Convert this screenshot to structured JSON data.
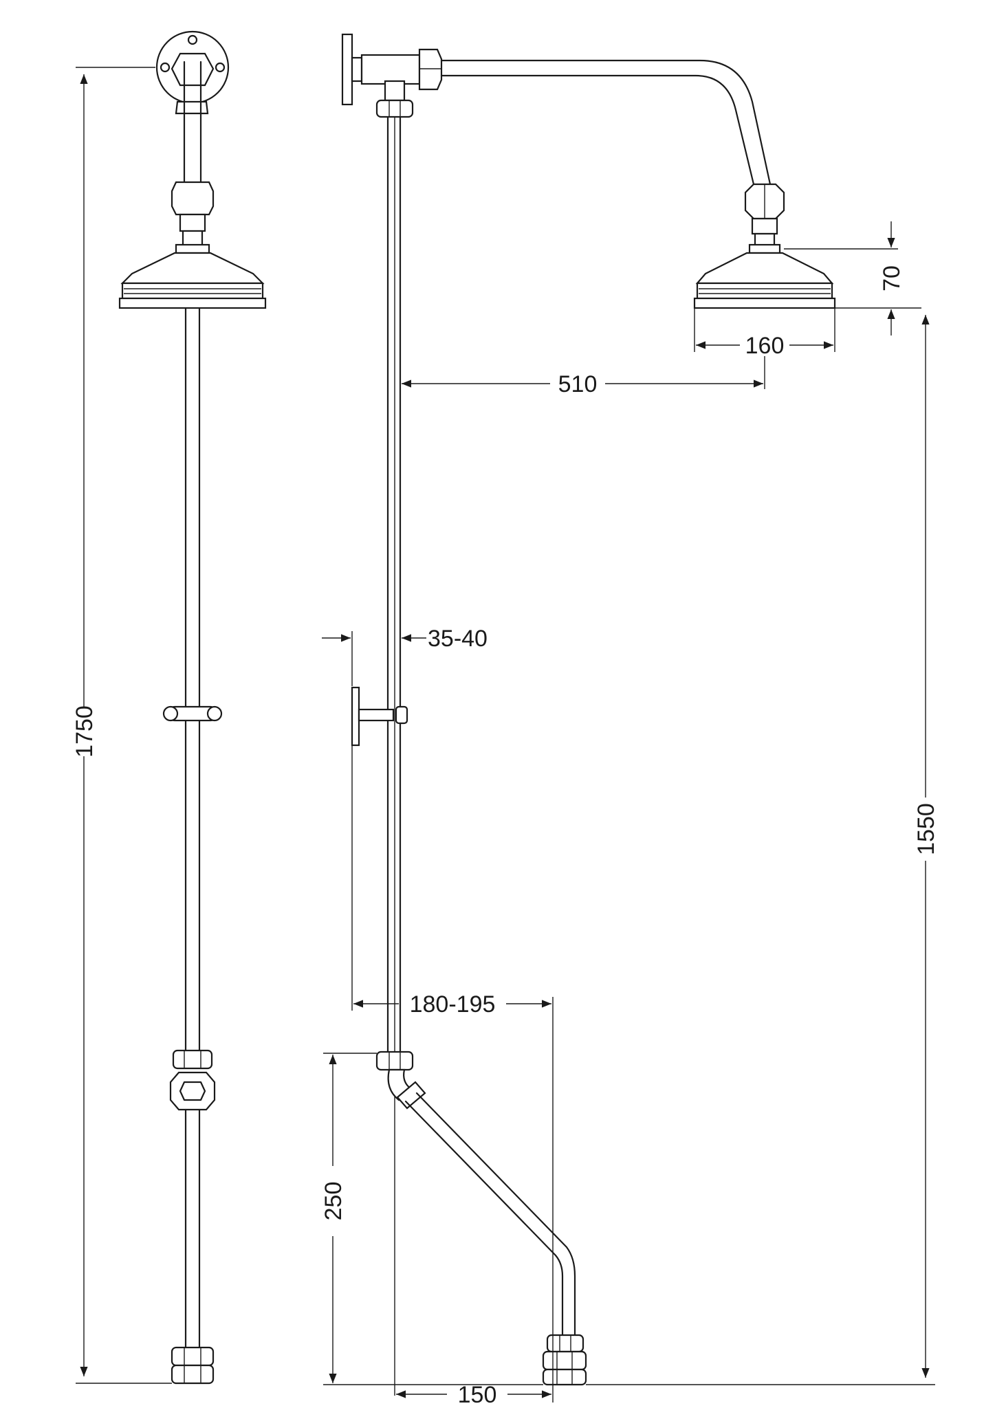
{
  "dimensions": {
    "total_height": "1750",
    "head_to_floor": "1550",
    "head_depth": "70",
    "head_diameter": "160",
    "arm_projection": "510",
    "bracket_depth": "35-40",
    "valve_to_riser": "180-195",
    "inlet_height": "250",
    "inlet_offset": "150"
  }
}
